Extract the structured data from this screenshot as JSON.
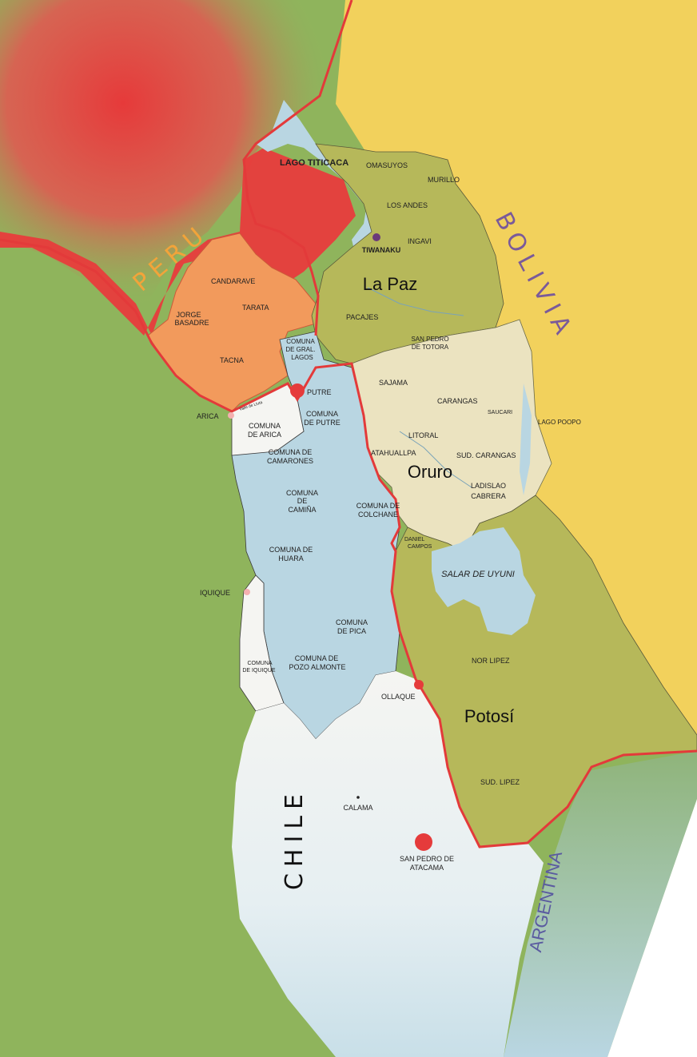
{
  "colors": {
    "ocean_green": "#8fb45c",
    "peru_red": "#e84040",
    "peru_orange": "#f29a5c",
    "bolivia_yellow": "#f2d15c",
    "bolivia_olive": "#b6b85a",
    "oruro_cream": "#ebe3c0",
    "chile_blue": "#b9d6e2",
    "chile_white": "#f5f5f2",
    "lake_blue": "#b9d6e2",
    "border_red": "#e33a3a",
    "bolivia_label": "#7a5a9a",
    "peru_label": "#f2a43a",
    "argentina_label": "#5a5aa0",
    "argentina_green": "#8fb47a"
  },
  "countries": {
    "peru": "PERU",
    "bolivia": "BOLIVIA",
    "chile": "CHILE",
    "argentina": "ARGENTINA"
  },
  "regions": {
    "la_paz": "La Paz",
    "oruro": "Oruro",
    "potosi": "Potosí"
  },
  "lakes": {
    "titicaca": "LAGO TITICACA",
    "poopo": "LAGO POOPO",
    "uyuni": "SALAR DE UYUNI"
  },
  "places": {
    "tiwanaku": "TIWANAKU",
    "putre": "PUTRE",
    "arica": "ARICA",
    "iquique": "IQUIQUE",
    "ollaque": "OLLAQUE",
    "calama": "CALAMA",
    "san_pedro_1": "SAN PEDRO DE",
    "san_pedro_2": "ATACAMA",
    "river_lluta": "Valle de Lluta"
  },
  "provinces": {
    "omasuyos": "OMASUYOS",
    "murillo": "MURILLO",
    "los_andes": "LOS ANDES",
    "ingavi": "INGAVI",
    "pacajes": "PACAJES",
    "candarave": "CANDARAVE",
    "tarata": "TARATA",
    "jorge_1": "JORGE",
    "jorge_2": "BASADRE",
    "tacna": "TACNA",
    "san_pedro_totora_1": "SAN PEDRO",
    "san_pedro_totora_2": "DE TOTORA",
    "sajama": "SAJAMA",
    "carangas": "CARANGAS",
    "saucari": "SAUCARI",
    "litoral": "LITORAL",
    "atahuallpa": "ATAHUALLPA",
    "sud_carangas": "SUD. CARANGAS",
    "ladislao_1": "LADISLAO",
    "ladislao_2": "CABRERA",
    "daniel_1": "DANIEL",
    "daniel_2": "CAMPOS",
    "nor_lipez": "NOR LIPEZ",
    "sud_lipez": "SUD. LIPEZ"
  },
  "comunas": {
    "gral_lagos_1": "COMUNA",
    "gral_lagos_2": "DE GRAL.",
    "gral_lagos_3": "LAGOS",
    "putre_1": "COMUNA",
    "putre_2": "DE PUTRE",
    "arica_1": "COMUNA",
    "arica_2": "DE ARICA",
    "camarones_1": "COMUNA DE",
    "camarones_2": "CAMARONES",
    "camina_1": "COMUNA",
    "camina_2": "DE",
    "camina_3": "CAMIÑA",
    "colchane_1": "COMUNA DE",
    "colchane_2": "COLCHANE",
    "huara_1": "COMUNA DE",
    "huara_2": "HUARA",
    "pica_1": "COMUNA",
    "pica_2": "DE PICA",
    "pozo_1": "COMUNA DE",
    "pozo_2": "POZO ALMONTE",
    "iquique_1": "COMUNA",
    "iquique_2": "DE IQUIQUE"
  }
}
